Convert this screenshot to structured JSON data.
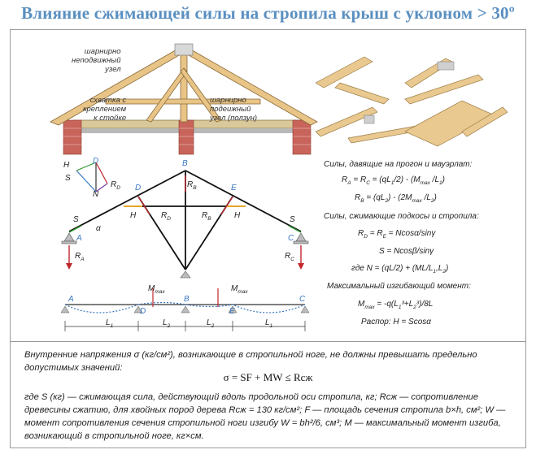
{
  "title": "Влияние сжимающей силы на стропила крыш с уклоном > 30º",
  "truss_notes": {
    "hinged_fixed": [
      "шарнирно",
      "неподвижный",
      "узел"
    ],
    "clamp": [
      "схватка с",
      "креплением",
      "к стойке"
    ],
    "hinged_movable": [
      "шарнирно",
      "подеижный",
      "узел (ползун)"
    ]
  },
  "diagram_labels": {
    "a": "A",
    "b": "B",
    "c": "C",
    "d": "D",
    "e": "E",
    "h": "H",
    "s": "S",
    "n": "N",
    "r": "R",
    "m": "M",
    "l": "L",
    "alpha": "α",
    "sub_a": "A",
    "sub_b": "B",
    "sub_c": "C",
    "sub_d": "D",
    "sub_max": "max",
    "sub_1": "1",
    "sub_2": "2"
  },
  "formulas": {
    "heading_purlin": "Силы, давящие на прогон и мауэрлат:",
    "ra_rc": {
      "a": "R",
      "sa": "A",
      "b": " = R",
      "sb": "C",
      "c": " = (qL",
      "sc": "1",
      "d": "/2) - (M",
      "sd": "max",
      "e": " /L",
      "se": "1",
      "f": ")"
    },
    "rb": {
      "a": "R",
      "sa": "B",
      "b": " = (qL",
      "sb": "2",
      "c": ") - (2M",
      "sc": "max",
      "d": " /L",
      "sd": "2",
      "e": ")"
    },
    "heading_compress": "Силы, сжимающие подкосы и стропила:",
    "rd_rb": {
      "a": "R",
      "sa": "D",
      "b": " = R",
      "sb": "E",
      "c": " = Ncosα/sinγ"
    },
    "s": "S = Ncosβ/sinγ",
    "n": {
      "a": "где N = (qL/2) + (ML/L",
      "sa": "1",
      "b": ",L",
      "sb": "2",
      "c": ")"
    },
    "heading_moment": "Максимальный изгибающий момент:",
    "mmax": {
      "a": "M",
      "sa": "max",
      "b": " = -q(L",
      "sb": "1",
      "c": "³+L",
      "sc": "2",
      "d": "³)/8L"
    },
    "thrust": "Распор: H = Scosα"
  },
  "bottom": {
    "intro": "Внутренние напряжения σ (кг/см²), возникающие в стропильной ноге, не должны превышать предельно допустимых значений:",
    "formula": "σ = SF + MW ≤ Rcж",
    "legend": "где S (кг) — сжимающая сила, действующий вдоль продольной оси стропила, кг; Rcж — сопротивление древесины сжатию, для хвойных пород дерева Rcж = 130 кг/см²; F — площадь сечения стропила b×h, см²; W — момент сопротивления сечения стропильной ноги изгибу W = bh²/6, см³; M — максимальный момент изгиба, возникающий в стропильной ноге, кг×см."
  }
}
